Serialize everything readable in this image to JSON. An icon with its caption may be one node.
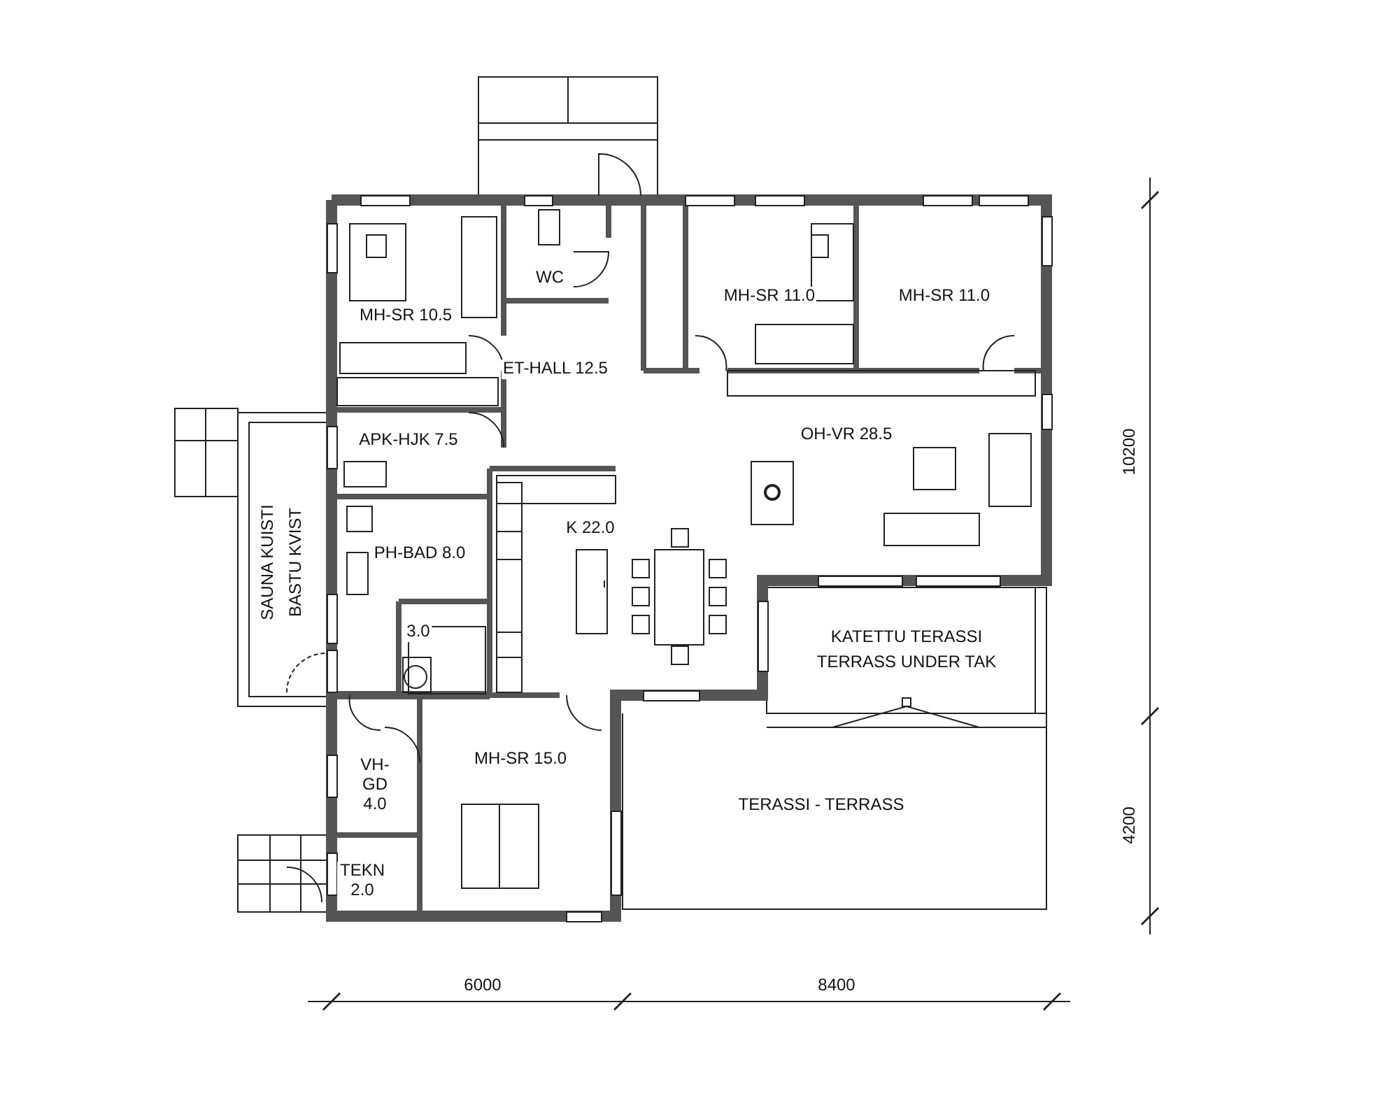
{
  "diagram": {
    "labels": [
      "WC",
      "MH-SR 10.5",
      "MH-SR 11.0",
      "MH-SR 11.0",
      "ET-HALL 12.5",
      "OH-VR 28.5",
      "APK-HJK 7.5",
      "10200",
      "K 22.0",
      "PH-BAD 8.0",
      "SAUNA KUISTI",
      "BASTU KVIST",
      "3.0",
      "KATETTU TERASSI",
      "TERRASS UNDER TAK",
      "VH-GD 4.0",
      "MH-SR 15.0",
      "TERASSI - TERRASS",
      "4200",
      "TEKN 2.0",
      "6000",
      "8400"
    ]
  }
}
